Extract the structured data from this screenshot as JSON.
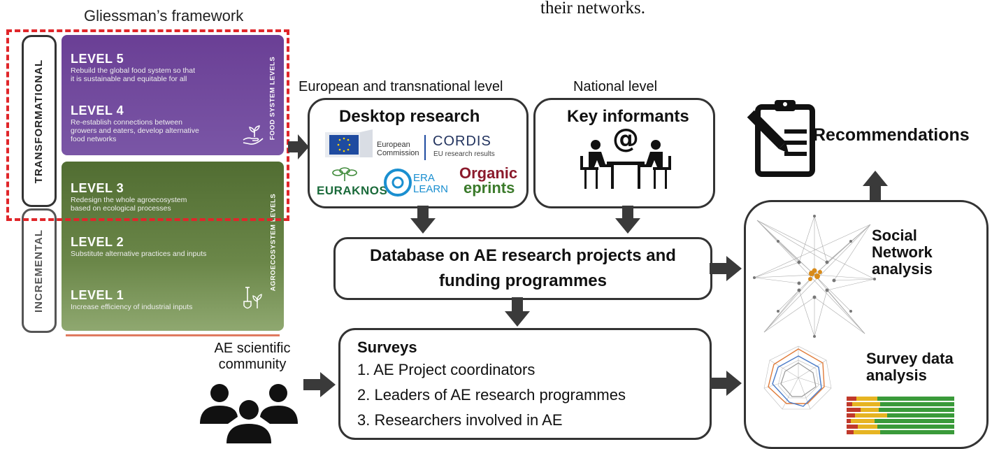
{
  "top_text": "their networks.",
  "gliessman": {
    "title": "Gliessman’s framework",
    "transformational": "TRANSFORMATIONAL",
    "incremental": "INCREMENTAL",
    "food_system_levels": "FOOD SYSTEM LEVELS",
    "agroecosystem_levels": "AGROECOSYSTEM LEVELS",
    "levels": [
      {
        "title": "LEVEL 5",
        "desc1": "Rebuild the global food system so that",
        "desc2": "it is sustainable and equitable for all",
        "desc3": ""
      },
      {
        "title": "LEVEL 4",
        "desc1": "Re-establish connections between",
        "desc2": "growers and eaters, develop alternative",
        "desc3": "food networks"
      },
      {
        "title": "LEVEL 3",
        "desc1": "Redesign the whole agroecosystem",
        "desc2": "based on ecological processes",
        "desc3": ""
      },
      {
        "title": "LEVEL 2",
        "desc1": "Substitute alternative practices and inputs",
        "desc2": "",
        "desc3": ""
      },
      {
        "title": "LEVEL 1",
        "desc1": "Increase efficiency of industrial inputs",
        "desc2": "",
        "desc3": ""
      }
    ],
    "colors": {
      "food": "#6f4a98",
      "agro": "#5d7a3c",
      "highlight": "#e0262a"
    }
  },
  "european_level": "European and transnational level",
  "national_level": "National level",
  "desktop": {
    "title": "Desktop research",
    "ec1": "European",
    "ec2": "Commission",
    "cordis": "CORDIS",
    "cordis_sub": "EU research results",
    "euraknos": "EURAKNOS",
    "era1": "ERA",
    "era2": "LEARN",
    "organic1": "Organic",
    "organic2": "eprints"
  },
  "key_informants": {
    "title": "Key informants"
  },
  "database": {
    "line1": "Database on AE research projects and",
    "line2": "funding programmes"
  },
  "surveys": {
    "title": "Surveys",
    "items": [
      "1. AE Project coordinators",
      "2. Leaders of AE research programmes",
      "3. Researchers involved in AE"
    ]
  },
  "community": {
    "line1": "AE scientific",
    "line2": "community"
  },
  "recommendations": "Recommendations",
  "sna": {
    "line1": "Social",
    "line2": "Network",
    "line3": "analysis"
  },
  "survey_analysis": {
    "line1": "Survey data",
    "line2": "analysis"
  },
  "icons": [
    "clipboard-pencil-icon",
    "people-group-icon",
    "meeting-at-icon",
    "eu-flag-icon",
    "network-graph-icon",
    "radar-chart-icon",
    "bar-chart-icon"
  ]
}
